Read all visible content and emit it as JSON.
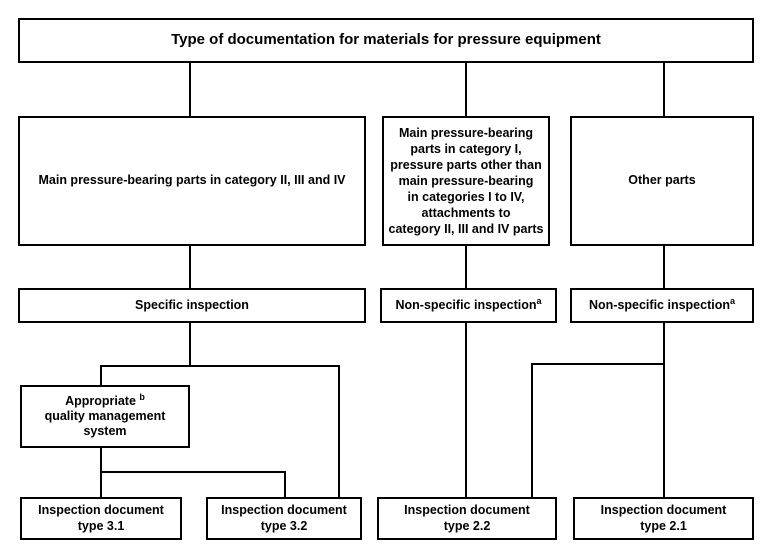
{
  "diagram": {
    "title": "Type of documentation for materials for pressure equipment",
    "type": "flowchart",
    "orientation": "top-down",
    "footnote_markers": [
      "a",
      "b"
    ],
    "nodes": {
      "root": {
        "label": "Type of documentation for materials for pressure equipment"
      },
      "level2_left": {
        "label": "Main pressure-bearing parts in category II, III and IV"
      },
      "level2_middle": {
        "label": "Main pressure-bearing\nparts in category I,\npressure parts other than\nmain pressure-bearing\nin categories I to IV,\nattachments to\ncategory II, III and IV parts"
      },
      "level2_right": {
        "label": "Other parts"
      },
      "level3_left": {
        "label": "Specific inspection",
        "marker": ""
      },
      "level3_middle": {
        "label": "Non-specific inspection",
        "marker": "a"
      },
      "level3_right": {
        "label": "Non-specific inspection",
        "marker": "a"
      },
      "qms": {
        "line1": "Appropriate",
        "marker": "b",
        "line2": "quality management",
        "line3": "system"
      },
      "doc_31": {
        "label": "Inspection document\ntype 3.1"
      },
      "doc_32": {
        "label": "Inspection document\ntype 3.2"
      },
      "doc_22": {
        "label": "Inspection document\ntype 2.2"
      },
      "doc_21": {
        "label": "Inspection document\ntype 2.1"
      }
    },
    "colors": {
      "line": "#000000",
      "box_fill": "#ffffff",
      "text": "#000000"
    }
  }
}
